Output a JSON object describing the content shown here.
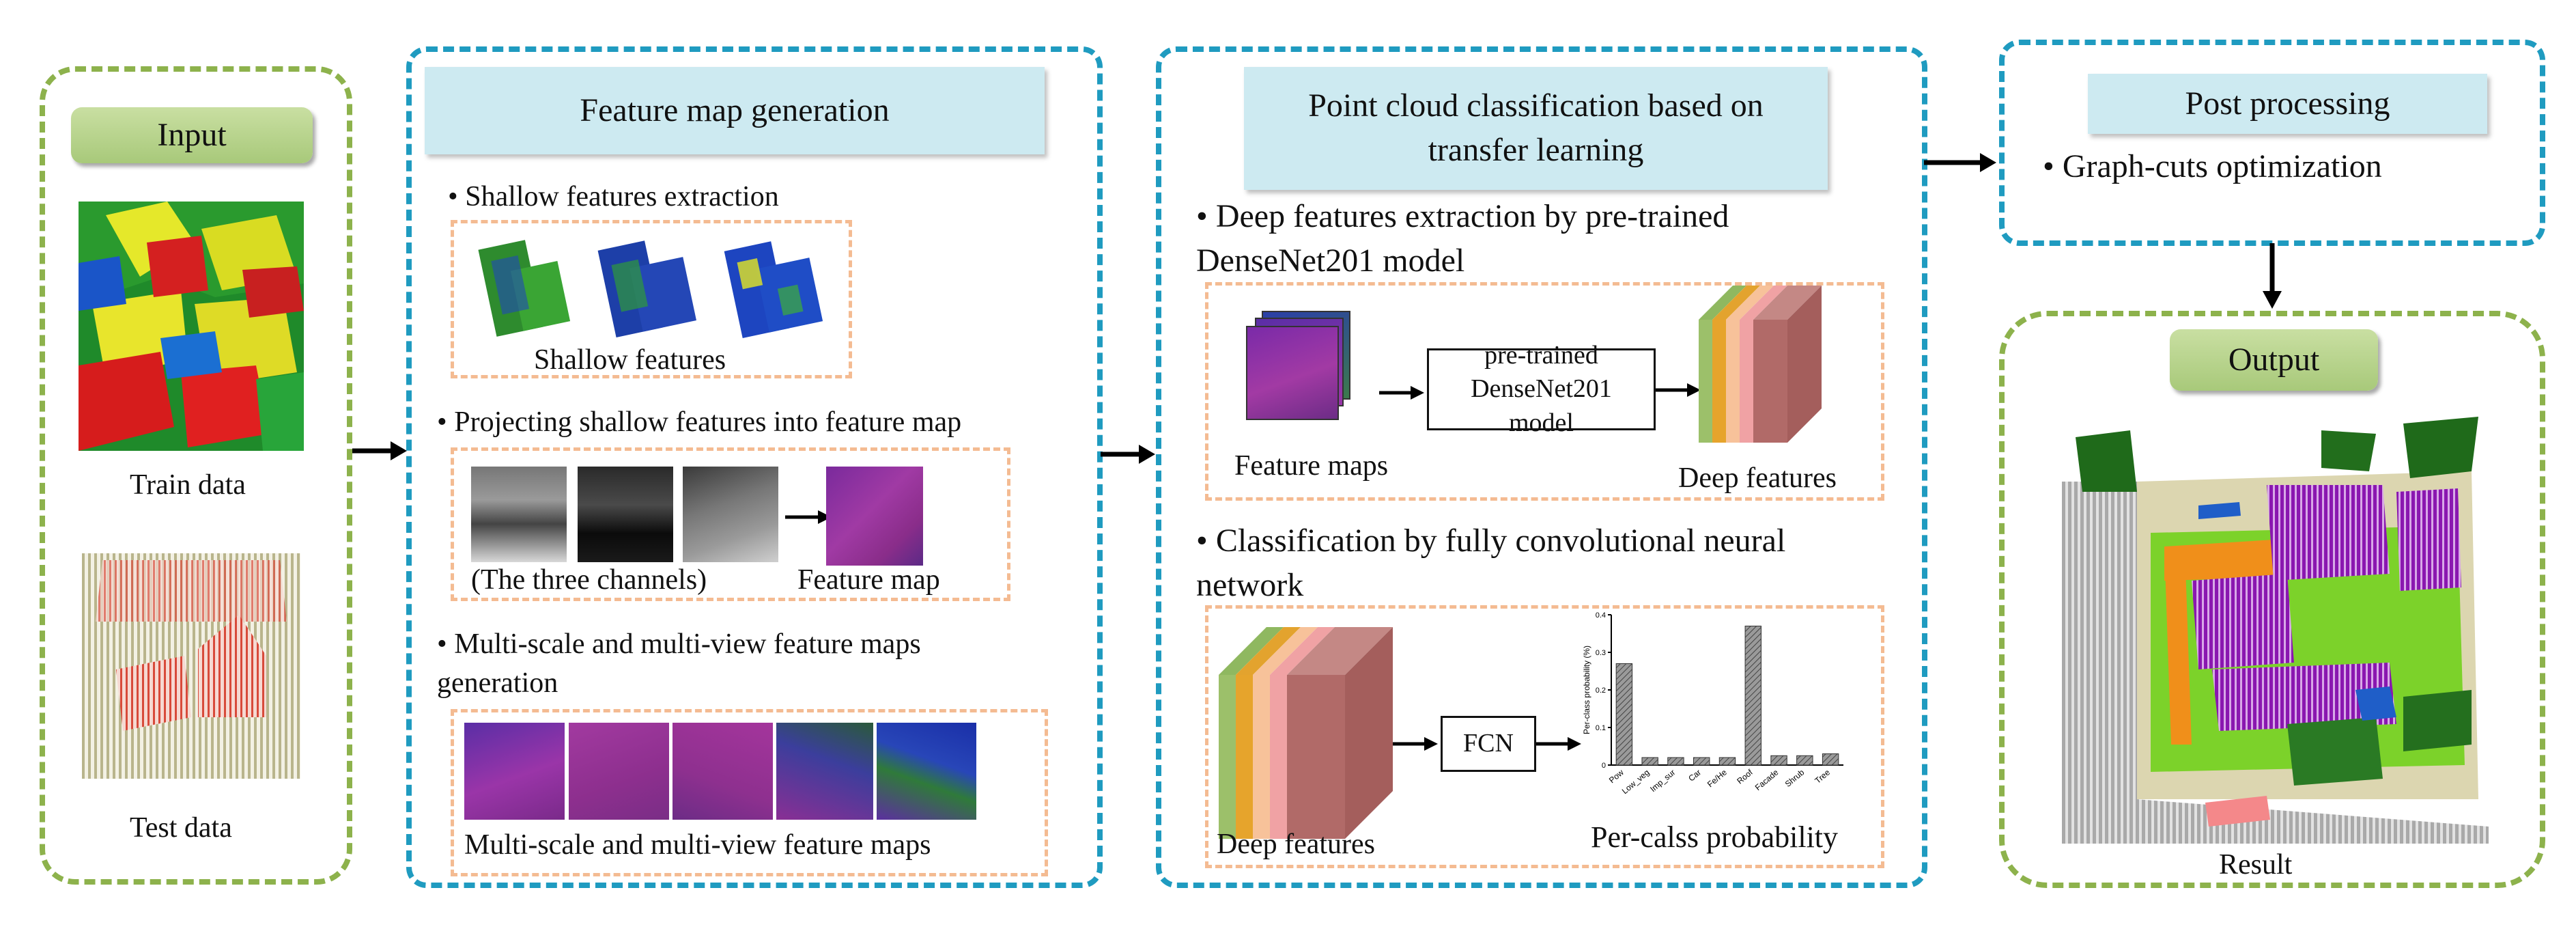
{
  "input": {
    "title": "Input",
    "train_label": "Train data",
    "test_label": "Test data"
  },
  "feature_map": {
    "title": "Feature map generation",
    "bullet1": "Shallow features extraction",
    "shallow_caption": "Shallow features",
    "bullet2": "Projecting shallow features into feature map",
    "channels_caption": "(The three channels)",
    "feature_map_caption": "Feature map",
    "bullet3": "Multi-scale and multi-view feature maps generation",
    "multi_caption": "Multi-scale and multi-view feature maps"
  },
  "classification": {
    "title": "Point cloud classification based on transfer learning",
    "bullet1": "Deep features extraction by pre-trained DenseNet201 model",
    "feature_maps_caption": "Feature maps",
    "model_box": "pre-trained DenseNet201 model",
    "deep_features_caption": "Deep features",
    "bullet2": "Classification by fully convolutional neural network",
    "fcn_box": "FCN",
    "deep_features_caption2": "Deep features",
    "prob_caption": "Per-calss probability"
  },
  "post": {
    "title": "Post processing",
    "bullet": "Graph-cuts optimization"
  },
  "output": {
    "title": "Output",
    "result_label": "Result"
  },
  "chart_data": {
    "type": "bar",
    "categories": [
      "Pow",
      "Low_veg",
      "Imp_sur",
      "Car",
      "Fe/He",
      "Roof",
      "Facade",
      "Shrub",
      "Tree"
    ],
    "values": [
      0.27,
      0.02,
      0.02,
      0.02,
      0.02,
      0.37,
      0.025,
      0.025,
      0.03
    ],
    "ylabel": "Per-class probability (%)",
    "yticks": [
      "0",
      "0.1",
      "0.2",
      "0.3",
      "0.4"
    ],
    "ylim": [
      0,
      0.4
    ]
  },
  "colors": {
    "green_panel": "#8db24c",
    "blue_panel": "#1f9bc0",
    "dash_orange": "#f4bb92",
    "feature_layers": [
      "#9cc06a",
      "#e6a42c",
      "#f7c29a",
      "#f0a2a4",
      "#b16a68"
    ]
  }
}
